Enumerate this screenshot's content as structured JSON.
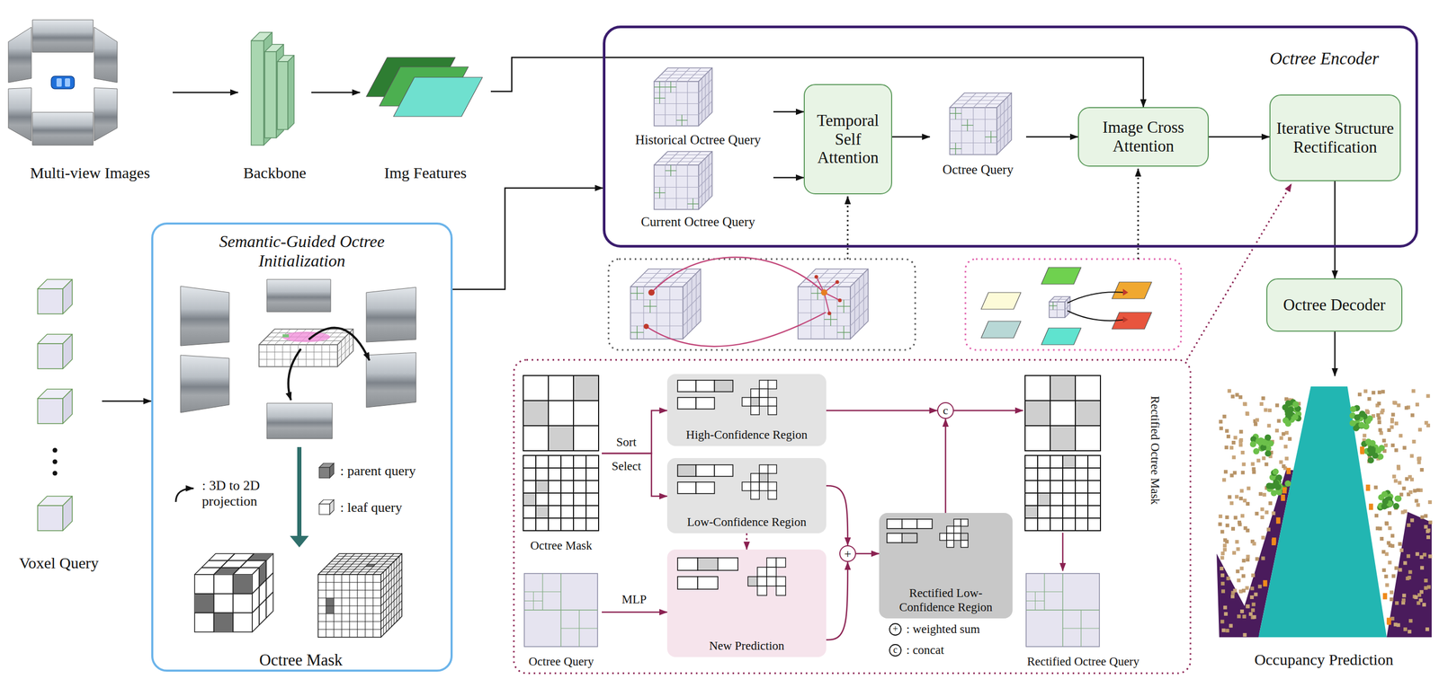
{
  "diagram": {
    "nodes": [
      {
        "text": [
          "Multi-view Images"
        ]
      },
      {
        "text": [
          "Backbone"
        ]
      },
      {
        "text": [
          "Img Features"
        ]
      },
      {
        "text": [
          "Octree Encoder"
        ]
      },
      {
        "text": [
          "Historical Octree Query"
        ],
        "in": 3
      },
      {
        "text": [
          "Current Octree Query"
        ],
        "in": 3
      },
      {
        "text": [
          "Temporal Self Attention"
        ],
        "in": 3
      },
      {
        "text": [
          "Octree Query"
        ],
        "in": 3
      },
      {
        "text": [
          "Image Cross Attention"
        ],
        "in": 3
      },
      {
        "text": [
          "Iterative Structure Rectification"
        ],
        "in": 3
      },
      {
        "text": [
          "Voxel Query"
        ]
      },
      {
        "text": [
          "Semantic-Guided Octree Initialization"
        ]
      },
      {
        "text": [
          "Octree Mask"
        ],
        "in": 11
      },
      {
        "text": [
          "Octree Decoder"
        ]
      },
      {
        "text": [
          "Occupancy Prediction"
        ]
      },
      {
        "text": [
          "Octree Mask"
        ]
      },
      {
        "text": [
          "High-Confidence Region"
        ]
      },
      {
        "text": [
          "Low-Confidence Region"
        ]
      },
      {
        "text": [
          "Octree Query"
        ]
      },
      {
        "text": [
          "New Prediction"
        ]
      },
      {
        "text": [
          "+"
        ]
      },
      {
        "text": [
          "Rectified Low-Confidence Region"
        ]
      },
      {
        "text": [
          "c"
        ]
      },
      {
        "text": [
          "Rectified Octree Mask"
        ]
      },
      {
        "text": [
          "Rectified Octree Query"
        ]
      }
    ],
    "edges": [
      {
        "from": 0,
        "to": 1,
        "arrow": "to"
      },
      {
        "from": 1,
        "to": 2,
        "arrow": "to"
      },
      {
        "from": 2,
        "to": 8,
        "arrow": "to"
      },
      {
        "from": 4,
        "to": 6,
        "arrow": "to"
      },
      {
        "from": 5,
        "to": 6,
        "arrow": "to"
      },
      {
        "from": 6,
        "to": 7,
        "arrow": "to"
      },
      {
        "from": 7,
        "to": 8,
        "arrow": "to"
      },
      {
        "from": 8,
        "to": 9,
        "arrow": "to"
      },
      {
        "from": 9,
        "to": 13,
        "arrow": "to"
      },
      {
        "from": 13,
        "to": 14,
        "arrow": "to"
      },
      {
        "from": 10,
        "to": 11,
        "arrow": "to"
      },
      {
        "from": 11,
        "to": 3,
        "arrow": "to"
      },
      {
        "from": 15,
        "to": 16,
        "label": "Sort",
        "arrow": "to"
      },
      {
        "from": 15,
        "to": 17,
        "label": "Select",
        "arrow": "to"
      },
      {
        "from": 18,
        "to": 19,
        "label": "MLP",
        "arrow": "to"
      },
      {
        "from": 17,
        "to": 19,
        "arrow": "to"
      },
      {
        "from": 17,
        "to": 20,
        "arrow": "to"
      },
      {
        "from": 19,
        "to": 20,
        "arrow": "to"
      },
      {
        "from": 20,
        "to": 21,
        "arrow": "to"
      },
      {
        "from": 21,
        "to": 22,
        "arrow": "to"
      },
      {
        "from": 16,
        "to": 22,
        "arrow": "to"
      },
      {
        "from": 22,
        "to": 23,
        "arrow": "to"
      },
      {
        "from": 23,
        "to": 24,
        "arrow": "to"
      }
    ],
    "labels": [
      "+",
      "c"
    ],
    "legend": [
      {
        "text": ": 3D to 2D projection"
      },
      {
        "text": ": parent query",
        "color": "#7f7f7f"
      },
      {
        "text": ": leaf query",
        "color": "#ffffff"
      },
      {
        "text": ": weighted sum"
      },
      {
        "text": ": concat"
      }
    ]
  }
}
